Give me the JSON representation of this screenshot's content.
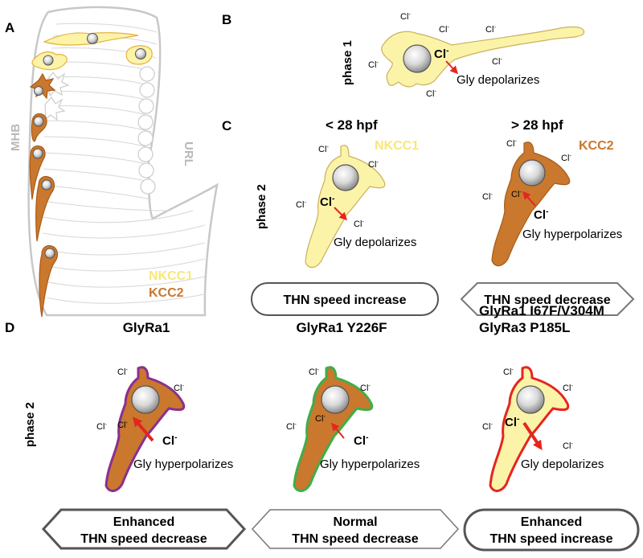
{
  "panels": {
    "a": {
      "letter": "A",
      "mhb_label": "MHB",
      "url_label": "URL",
      "legend_nkcc1": "NKCC1",
      "legend_kcc2": "KCC2"
    },
    "b": {
      "letter": "B",
      "phase_label": "phase 1",
      "cl_small": "Cl-",
      "cl_big": "Cl-",
      "gly_text": "Gly depolarizes"
    },
    "c": {
      "letter": "C",
      "phase_label": "phase 2",
      "left": {
        "title": "< 28 hpf",
        "transporter": "NKCC1",
        "cl_small": "Cl-",
        "cl_big": "Cl-",
        "gly_text": "Gly depolarizes",
        "outcome": "THN speed increase"
      },
      "right": {
        "title": "> 28 hpf",
        "transporter": "KCC2",
        "cl_small": "Cl-",
        "cl_big": "Cl-",
        "gly_text": "Gly hyperpolarizes",
        "outcome": "THN speed decrease"
      }
    },
    "d": {
      "letter": "D",
      "phase_label": "phase 2",
      "col1": {
        "title": "GlyRa1",
        "cl_small": "Cl-",
        "cl_big": "Cl-",
        "gly_text": "Gly hyperpolarizes",
        "outcome_line1": "Enhanced",
        "outcome_line2": "THN speed decrease",
        "outline_color": "#8a2f8f"
      },
      "col2": {
        "title": "GlyRa1 Y226F",
        "cl_small": "Cl-",
        "cl_big": "Cl-",
        "gly_text": "Gly hyperpolarizes",
        "outcome_line1": "Normal",
        "outcome_line2": "THN speed decrease",
        "outline_color": "#3fae49"
      },
      "col3": {
        "title_line1": "GlyRa1 I67F/V304M",
        "title_line2": "GlyRa3 P185L",
        "cl_small": "Cl-",
        "cl_big": "Cl-",
        "gly_text": "Gly depolarizes",
        "outcome_line1": "Enhanced",
        "outcome_line2": "THN speed increase",
        "outline_color": "#e5251f"
      }
    }
  },
  "colors": {
    "nkcc1_fill": "#fbf3a8",
    "kcc2_fill": "#c9782d",
    "arrow": "#e5251f",
    "outline_gray": "#c8c8c8"
  }
}
